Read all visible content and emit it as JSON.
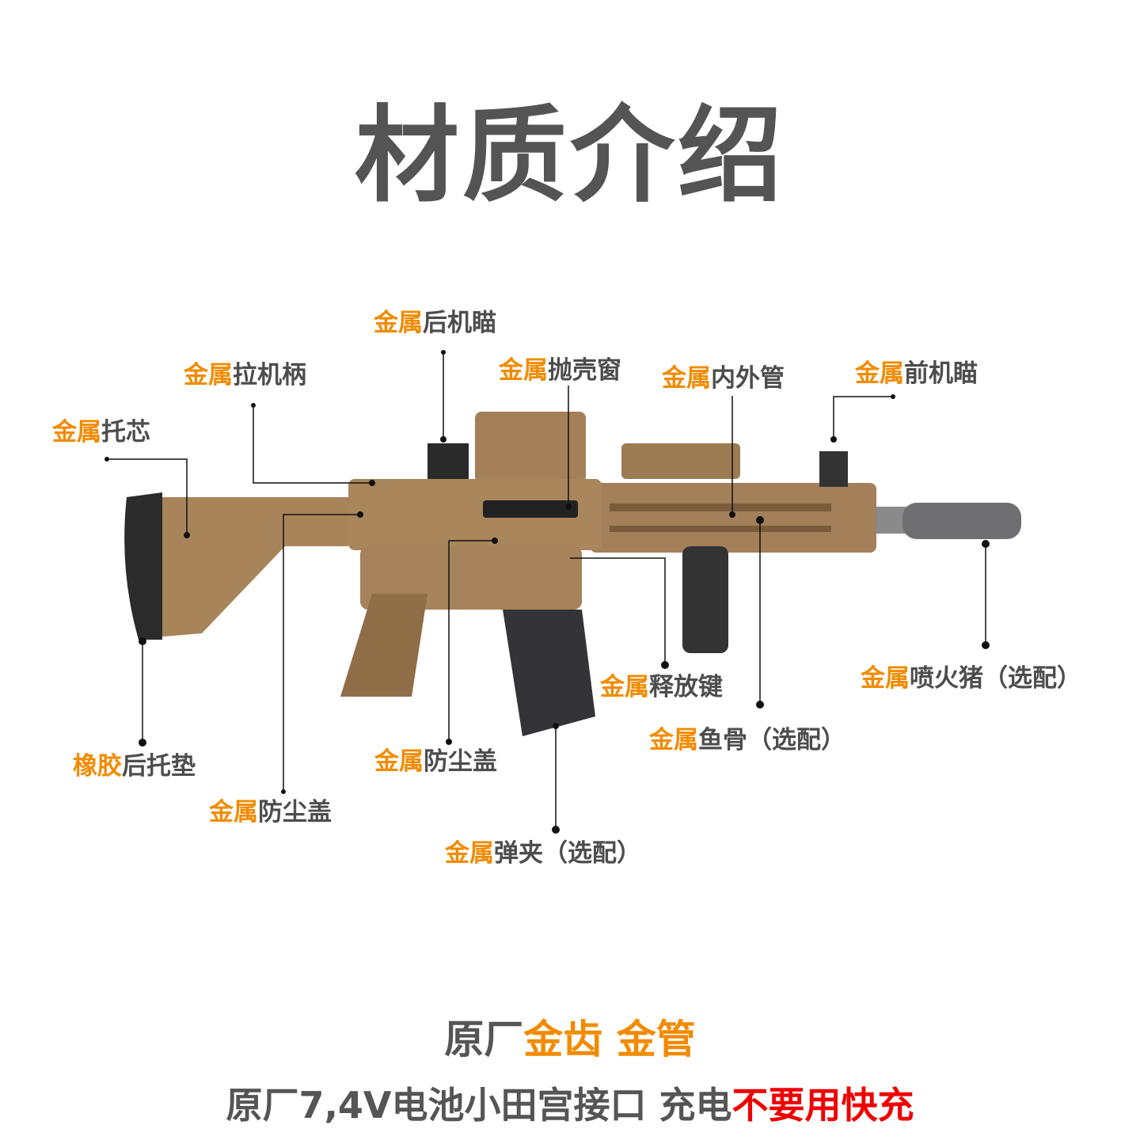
{
  "title": "材质介绍",
  "colors": {
    "highlight": "#f18b00",
    "text": "#4d4d4d",
    "warning": "#ee0000",
    "body_tan": "#a8865a"
  },
  "labels": [
    {
      "prefix": "金属",
      "suffix": "后机瞄"
    },
    {
      "prefix": "金属",
      "suffix": "拉机柄"
    },
    {
      "prefix": "金属",
      "suffix": "托芯"
    },
    {
      "prefix": "金属",
      "suffix": "抛壳窗"
    },
    {
      "prefix": "金属",
      "suffix": "内外管"
    },
    {
      "prefix": "金属",
      "suffix": "前机瞄"
    },
    {
      "prefix": "金属",
      "suffix": "喷火猪（选配）"
    },
    {
      "prefix": "金属",
      "suffix": "鱼骨（选配）"
    },
    {
      "prefix": "金属",
      "suffix": "释放键"
    },
    {
      "prefix": "金属",
      "suffix": "防尘盖"
    },
    {
      "prefix": "金属",
      "suffix": "弹夹（选配）"
    },
    {
      "prefix": "橡胶",
      "suffix": "后托垫"
    },
    {
      "prefix": "金属",
      "suffix": "防尘盖"
    }
  ],
  "footer": {
    "line1_prefix": "原厂",
    "line1_highlight": "金齿 金管",
    "line2_prefix": "原厂7,4V电池小田宫接口 充电",
    "line2_warning": "不要用快充"
  }
}
